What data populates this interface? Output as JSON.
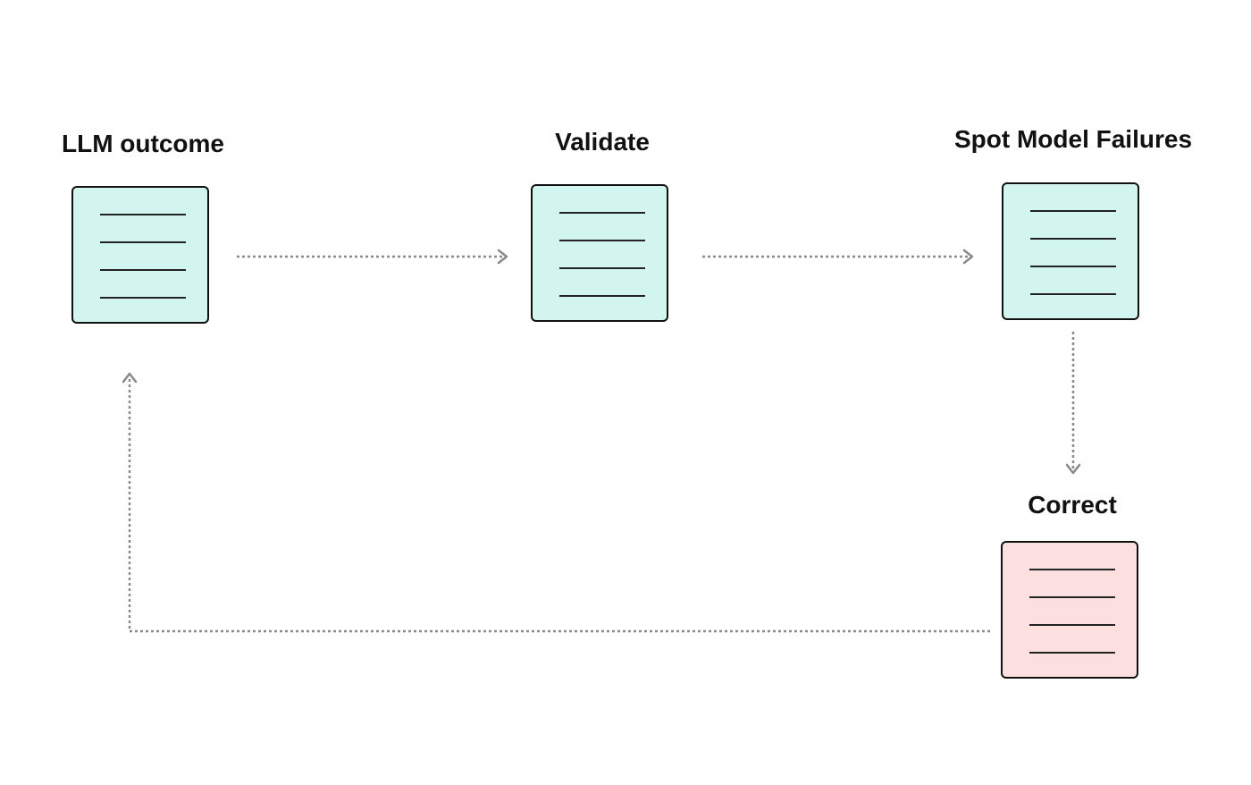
{
  "colors": {
    "teal_fill": "#d3f5f0",
    "pink_fill": "#fce0e0",
    "border": "#111111",
    "arrow": "#8a8a8a",
    "text": "#111111"
  },
  "nodes": {
    "llm_outcome": {
      "label": "LLM outcome",
      "icon": "document-icon",
      "fill": "teal"
    },
    "validate": {
      "label": "Validate",
      "icon": "document-icon",
      "fill": "teal"
    },
    "spot_failures": {
      "label": "Spot Model Failures",
      "icon": "document-icon",
      "fill": "teal"
    },
    "correct": {
      "label": "Correct",
      "icon": "document-icon",
      "fill": "pink"
    }
  },
  "edges": [
    {
      "from": "llm_outcome",
      "to": "validate",
      "style": "dotted"
    },
    {
      "from": "validate",
      "to": "spot_failures",
      "style": "dotted"
    },
    {
      "from": "spot_failures",
      "to": "correct",
      "style": "dotted"
    },
    {
      "from": "correct",
      "to": "llm_outcome",
      "style": "dotted"
    }
  ]
}
